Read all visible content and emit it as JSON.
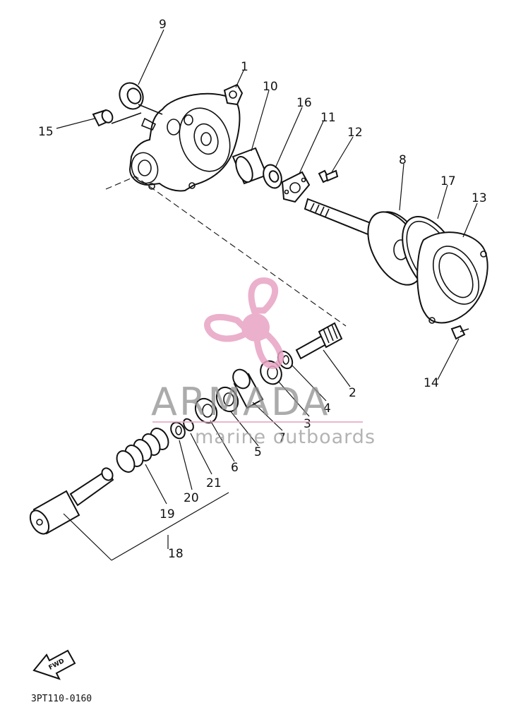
{
  "diagram": {
    "drawing_code": "3PT110-0160",
    "direction_marker": "FWD",
    "watermark": {
      "brand": "ARMADA",
      "tagline": "marine outboards",
      "logo_color": "#e8a3c4",
      "text_color": "#8f8f8f"
    },
    "callouts": [
      "1",
      "2",
      "3",
      "4",
      "5",
      "6",
      "7",
      "8",
      "9",
      "10",
      "11",
      "12",
      "13",
      "14",
      "15",
      "16",
      "17",
      "18",
      "19",
      "20",
      "21"
    ]
  }
}
